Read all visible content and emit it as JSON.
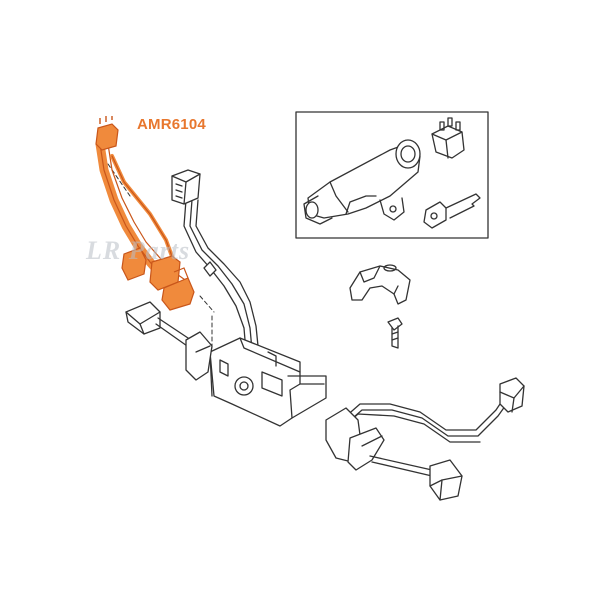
{
  "diagram": {
    "part_number_label": "AMR6104",
    "watermark_text": "LR Parts",
    "colors": {
      "highlight": "#e8772e",
      "highlight_fill": "#f08a3c",
      "line": "#333333",
      "watermark": "#b9bec6"
    },
    "parts": [
      "wiring-harness-amr6104",
      "multi-pin-connector",
      "indicator-stalk-switch",
      "switch-mounting-bracket",
      "ignition-lock-assembly",
      "ignition-key",
      "lock-barrel-plug",
      "steering-column-clamp",
      "clamp-bolt",
      "wiper-stalk-switch"
    ]
  }
}
